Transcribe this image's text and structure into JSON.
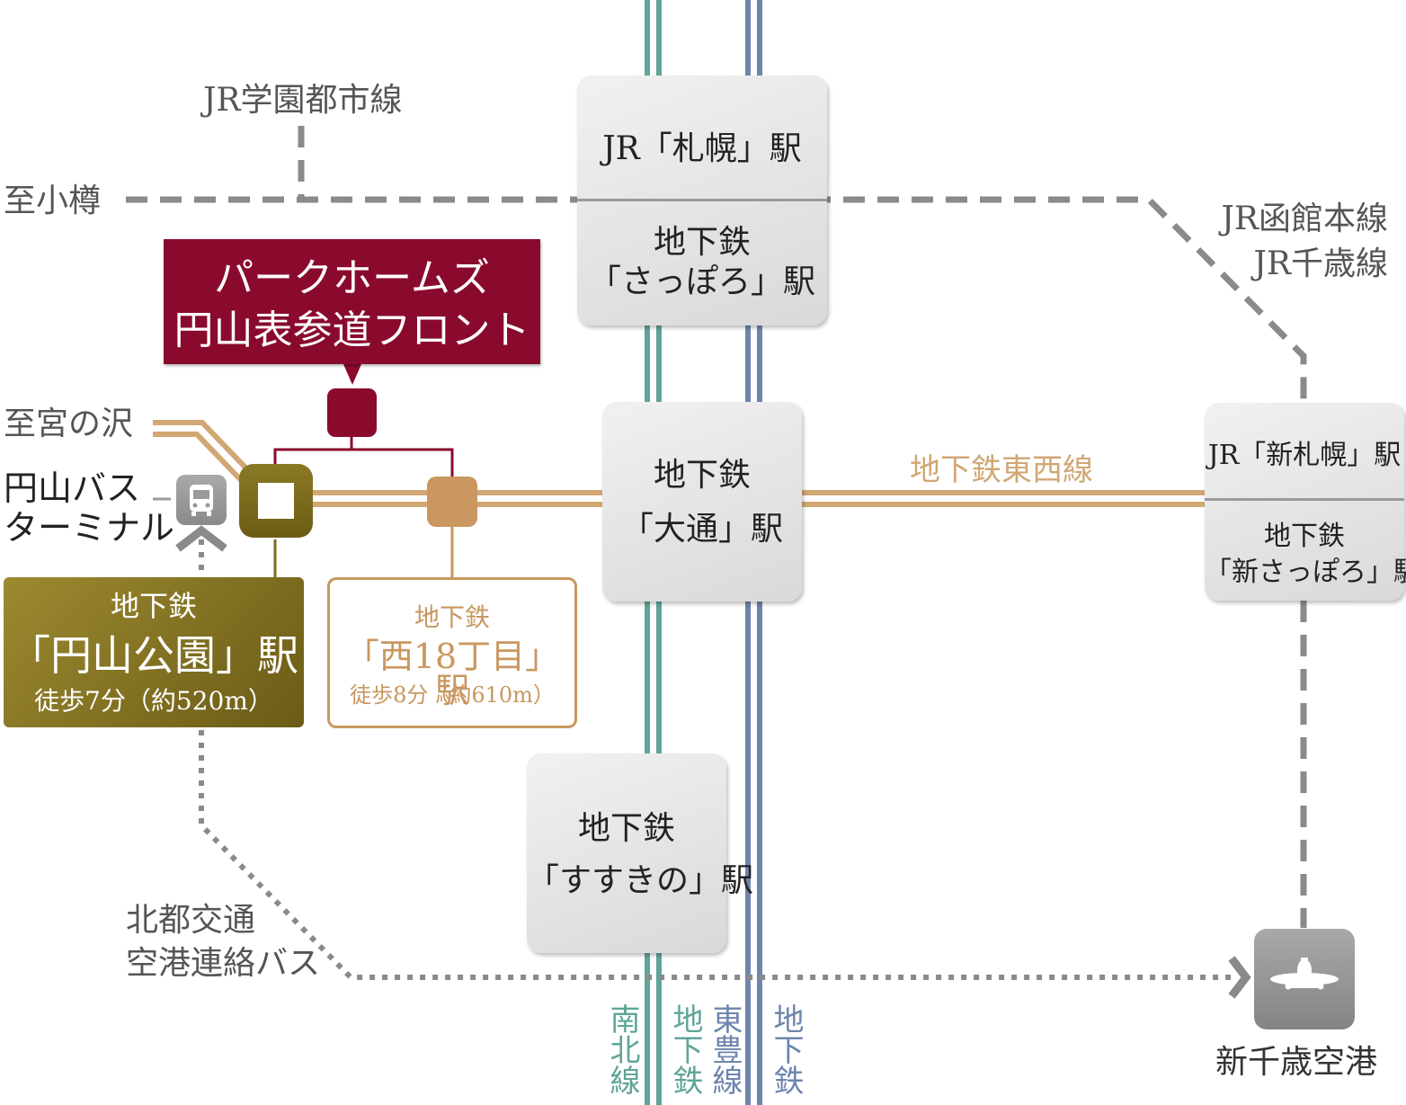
{
  "colors": {
    "nanboku": "#5fa598",
    "toho": "#6e85ad",
    "tozai": "#d1a774",
    "jr_dashed": "#8a8a8a",
    "property": "#8a0a2e",
    "maruyama": "#7f6b1c",
    "nishi18": "#c9975f"
  },
  "property": {
    "line1": "パークホームズ",
    "line2": "円山表参道フロント"
  },
  "labels": {
    "gakuen": "JR学園都市線",
    "otaru": "至小樽",
    "hakodate1": "JR函館本線",
    "hakodate2": "JR千歳線",
    "miyanosawa": "至宮の沢",
    "busterm1": "円山バス",
    "busterm2": "ターミナル",
    "tozai": "地下鉄東西線",
    "hokuto1": "北都交通",
    "hokuto2": "空港連絡バス",
    "airport": "新千歳空港"
  },
  "vertical_labels": {
    "nanboku": "南北線",
    "nanboku_sub": "地下鉄",
    "toho": "東豊線",
    "toho_sub": "地下鉄"
  },
  "stations": {
    "sapporo_jr": "JR「札幌」駅",
    "sapporo_sub1": "地下鉄",
    "sapporo_sub2": "「さっぽろ」駅",
    "odori1": "地下鉄",
    "odori2": "「大通」駅",
    "susukino1": "地下鉄",
    "susukino2": "「すすきの」駅",
    "shin_jr": "JR「新札幌」駅",
    "shin_sub1": "地下鉄",
    "shin_sub2": "「新さっぽろ」駅"
  },
  "maruyama": {
    "line1": "地下鉄",
    "line2": "「円山公園」駅",
    "walk": "徒歩7分（約520m）"
  },
  "nishi18": {
    "line1": "地下鉄",
    "line2": "「西18丁目」駅",
    "walk": "徒歩8分（約610m）"
  },
  "icons": {
    "bus": "bus-icon",
    "airplane": "airplane-icon",
    "chevron": "chevron-icon"
  }
}
